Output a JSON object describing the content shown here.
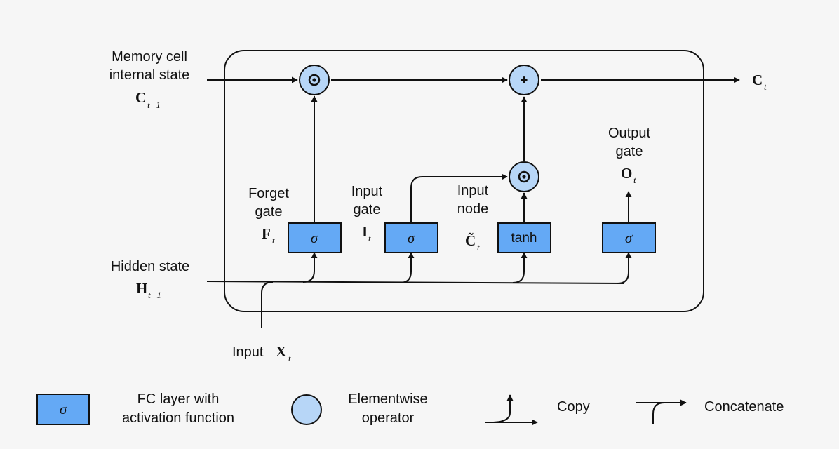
{
  "cell": {
    "memory_label_line1": "Memory cell",
    "memory_label_line2": "internal state",
    "memory_symbol": "C",
    "memory_subscript": "t−1",
    "output_symbol": "C",
    "output_subscript": "t",
    "hidden_label": "Hidden state",
    "hidden_symbol": "H",
    "hidden_subscript": "t−1",
    "input_label": "Input",
    "input_symbol": "X",
    "input_subscript": "t"
  },
  "gates": {
    "forget": {
      "line1": "Forget",
      "line2": "gate",
      "symbol": "F",
      "subscript": "t",
      "box_label": "σ"
    },
    "input": {
      "line1": "Input",
      "line2": "gate",
      "symbol": "I",
      "subscript": "t",
      "box_label": "σ"
    },
    "node": {
      "line1": "Input",
      "line2": "node",
      "symbol": "C̃",
      "subscript": "t",
      "box_label": "tanh"
    },
    "output": {
      "line1": "Output",
      "line2": "gate",
      "symbol": "O",
      "subscript": "t",
      "box_label": "σ"
    }
  },
  "operators": {
    "multiply": "⊙",
    "add": "+"
  },
  "legend": {
    "fc_symbol": "σ",
    "fc_line1": "FC layer with",
    "fc_line2": "activation function",
    "op_line1": "Elementwise",
    "op_line2": "operator",
    "copy": "Copy",
    "concatenate": "Concatenate"
  },
  "colors": {
    "box_fill": "#64a9f5",
    "circle_fill": "#b7d6f7",
    "stroke": "#111111",
    "background": "#f6f6f6"
  }
}
